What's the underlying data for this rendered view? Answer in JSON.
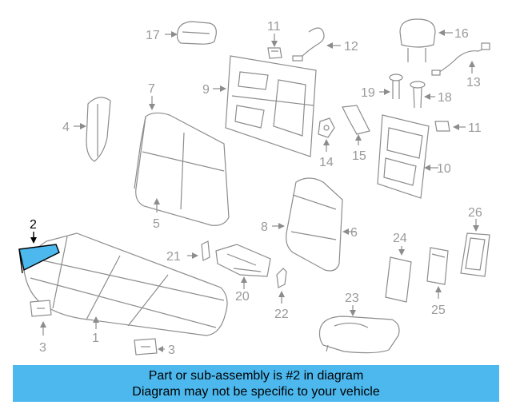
{
  "callouts": {
    "c1": "1",
    "c2": "2",
    "c3a": "3",
    "c3b": "3",
    "c4": "4",
    "c5": "5",
    "c6": "6",
    "c7": "7",
    "c8": "8",
    "c9": "9",
    "c10": "10",
    "c11a": "11",
    "c11b": "11",
    "c12": "12",
    "c13": "13",
    "c14": "14",
    "c15": "15",
    "c16": "16",
    "c17": "17",
    "c18": "18",
    "c19": "19",
    "c20": "20",
    "c21": "21",
    "c22": "22",
    "c23": "23",
    "c24": "24",
    "c25": "25",
    "c26": "26"
  },
  "highlight": {
    "part_number": "2",
    "color": "#4cb8ee"
  },
  "banner": {
    "line1": "Part or sub-assembly is #2 in diagram",
    "line2": "Diagram may not be specific to your vehicle",
    "background": "#4cb8ee"
  }
}
